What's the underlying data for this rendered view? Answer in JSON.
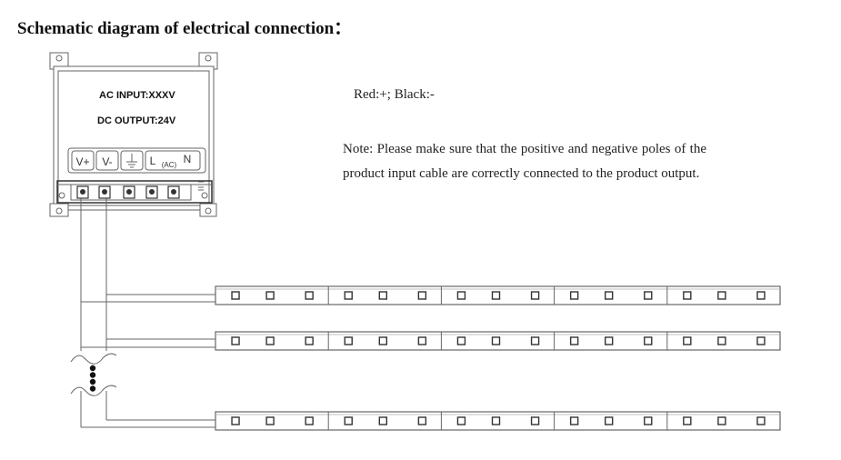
{
  "title": "Schematic diagram of electrical connection：",
  "power_supply": {
    "ac_input": "AC INPUT:XXXV",
    "dc_output": "DC OUTPUT:24V",
    "terminals": [
      "V+",
      "V-",
      "⏚",
      "L",
      "(AC)",
      "N"
    ]
  },
  "wiring": {
    "color_legend": "Red:+; Black:-",
    "note": "Note: Please make sure that the positive and negative poles of the product input cable are correctly connected to the product output."
  },
  "led_strip": {
    "strips_drawn": 3,
    "segments_per_strip": 5,
    "leds_per_segment": 3,
    "continuation_dots": 4
  },
  "colors": {
    "line": "#666666",
    "text": "#111111"
  }
}
